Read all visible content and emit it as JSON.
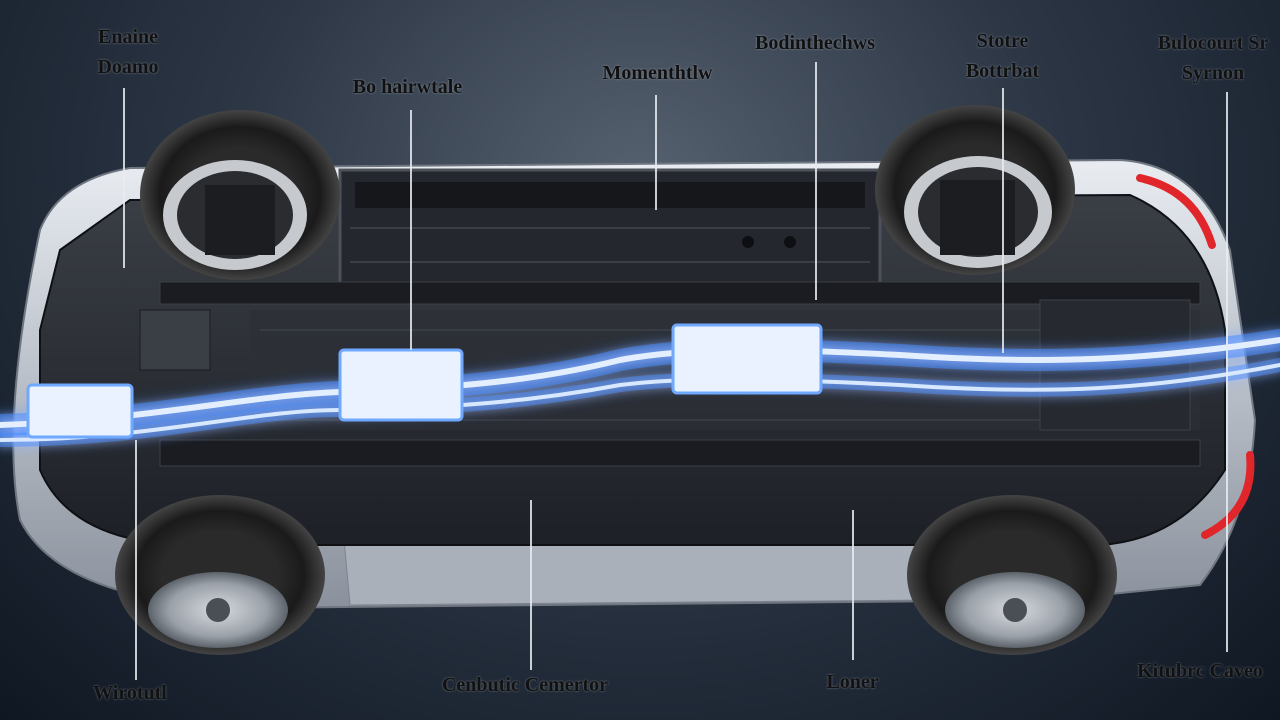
{
  "diagram": {
    "labels": {
      "engine": {
        "line1": "Enaine",
        "line2": "Doamo"
      },
      "bo_hairwtale": "Bo hairwtale",
      "momenthtlw": "Momenthtlw",
      "bodinthechws": "Bodinthechws",
      "stotre": {
        "line1": "Stotre",
        "line2": "Bottrbat"
      },
      "bulocourt": {
        "line1": "Bulocourt Sr",
        "line2": "Syrnon"
      },
      "wirotutl": "Wirotutl",
      "cenbutic": "Cenbutic Cemertor",
      "loner": "Loner",
      "kitubrc": "Kitubrc Caveo"
    },
    "colors": {
      "background_center": "#4b5664",
      "background_edge": "#0f1722",
      "exhaust_glow": "#3d8bff",
      "muffler": "#eaf2ff",
      "tail_light": "#e0262a",
      "body_silver": "#c9ced6",
      "underbody": "#2a2d33"
    }
  }
}
